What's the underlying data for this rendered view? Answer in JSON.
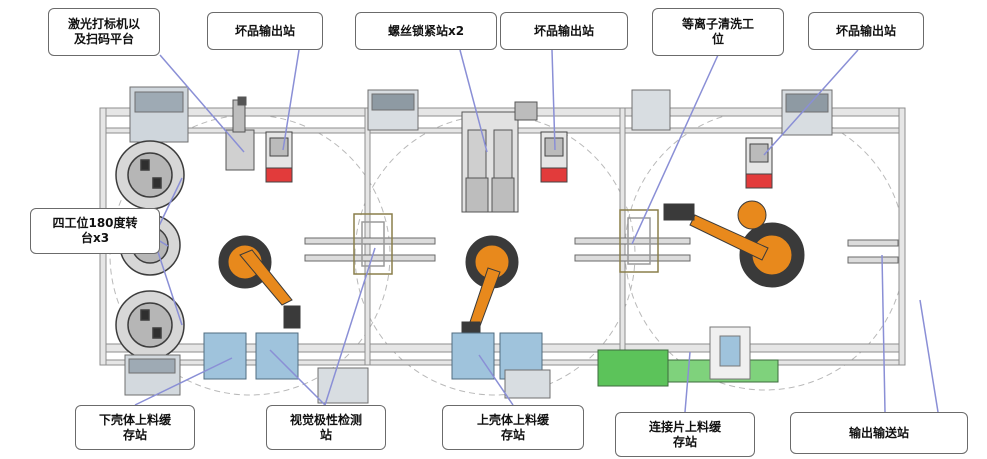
{
  "callouts": {
    "laser_marker": "激光打标机以\n及扫码平台",
    "reject_out_1": "坏品输出站",
    "screw_station": "螺丝锁紧站x2",
    "reject_out_2": "坏品输出站",
    "plasma_station": "等离子清洗工\n位",
    "reject_out_3": "坏品输出站",
    "rotary_table": "四工位180度转\n台x3",
    "lower_shell_buffer": "下壳体上料缓\n存站",
    "vision_polarity": "视觉极性检测\n站",
    "upper_shell_buffer": "上壳体上料缓\n存站",
    "connector_buffer": "连接片上料缓\n存站",
    "output_conveyor": "输出输送站"
  },
  "colors": {
    "robot_orange": "#e8891c",
    "robot_dark": "#3a3a3a",
    "reject_red": "#e23b3b",
    "tray_blue": "#9fc3dc",
    "conveyor_green": "#5cc35a",
    "frame_gray": "#7c7c7c",
    "rail_gray": "#9a9a9a",
    "callout_line": "#8a8fd6"
  }
}
